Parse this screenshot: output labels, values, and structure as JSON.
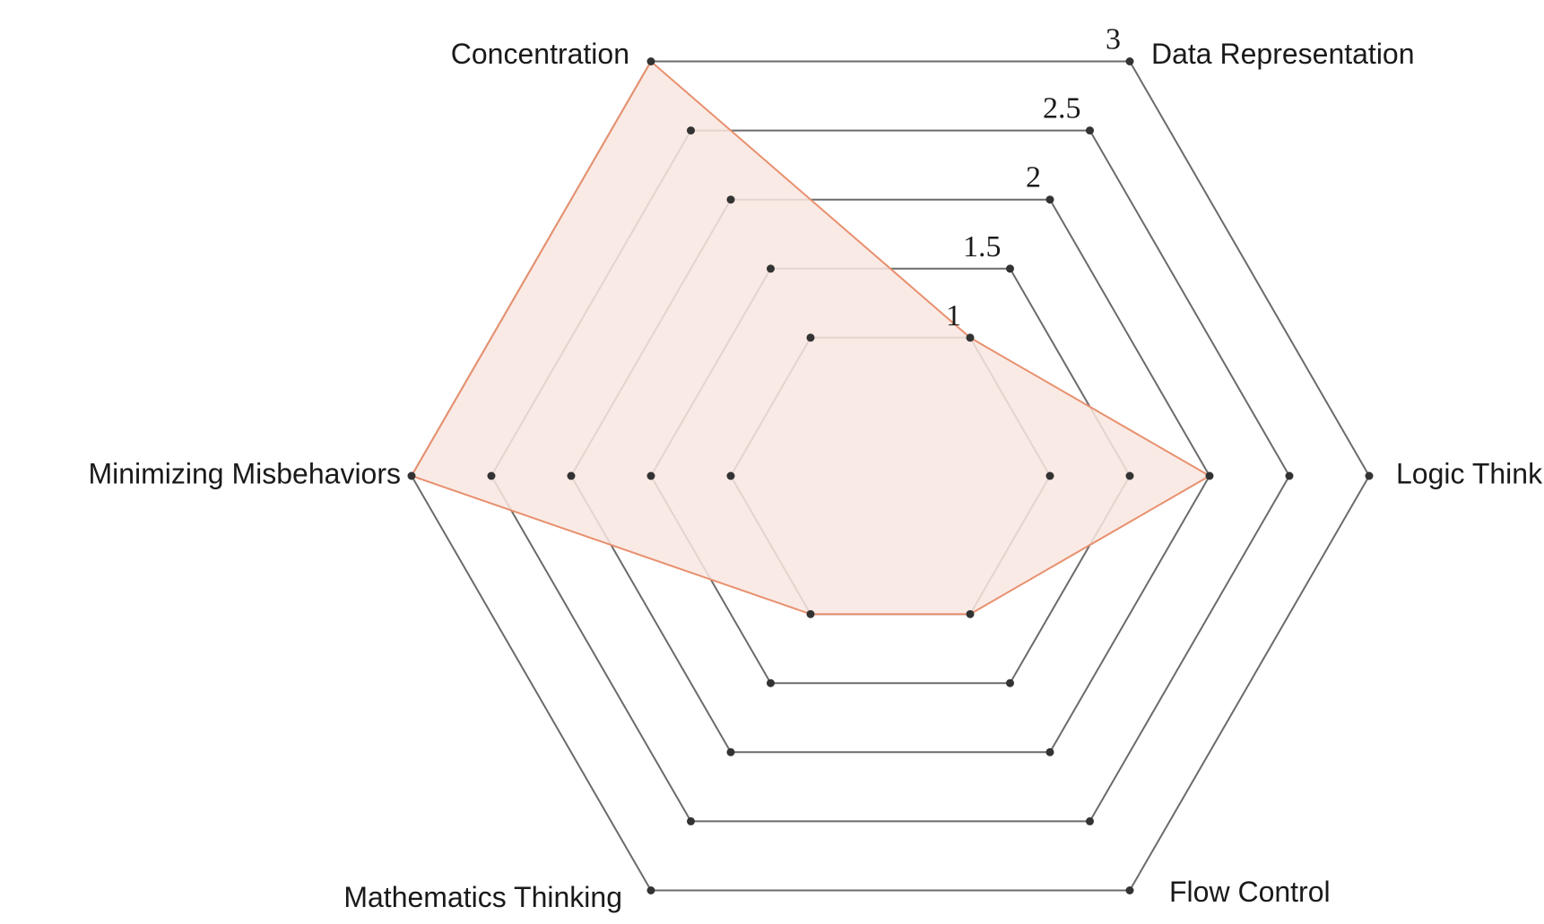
{
  "chart_data": {
    "type": "radar",
    "axes": [
      "Data Representation",
      "Logic Thinking",
      "Flow Control",
      "Mathematics Thinking",
      "Minimizing Misbehaviors",
      "Concentration"
    ],
    "rings": [
      1,
      1.5,
      2,
      2.5,
      3
    ],
    "tick_labels": [
      "1",
      "1.5",
      "2",
      "2.5",
      "3"
    ],
    "range": [
      0,
      3
    ],
    "grid": true,
    "series": [
      {
        "values": [
          1,
          2,
          1,
          1,
          3,
          3
        ],
        "fill_color": "#f9e6e0",
        "stroke_color": "#e8906e"
      }
    ],
    "grid_color": "#6b6b6b",
    "dot_color": "#333333"
  }
}
